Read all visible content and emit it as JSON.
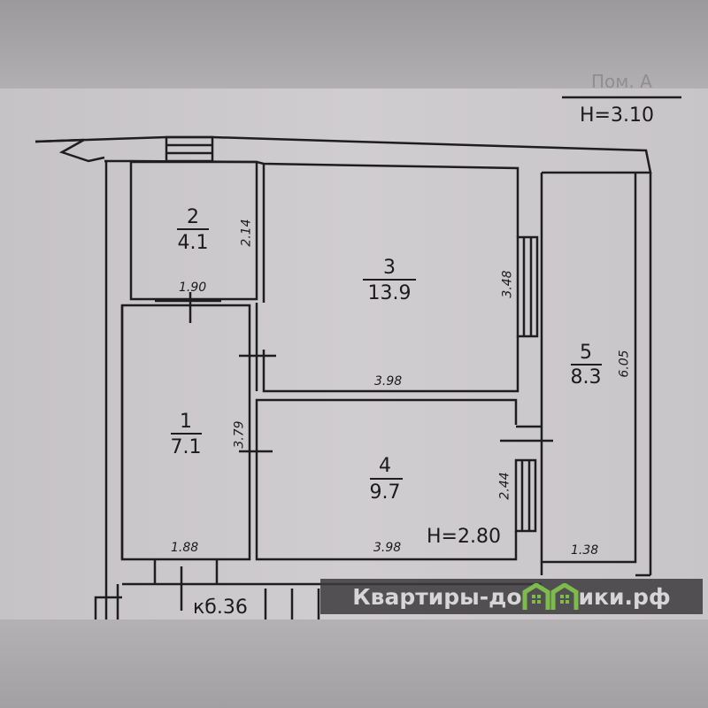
{
  "header": {
    "title_partial": "Пом. A",
    "ceiling_height": "H=3.10"
  },
  "rooms": [
    {
      "number": "1",
      "area": "7.1",
      "dims": [
        "3.79",
        "1.88"
      ]
    },
    {
      "number": "2",
      "area": "4.1",
      "dims": [
        "2.14",
        "1.90"
      ]
    },
    {
      "number": "3",
      "area": "13.9",
      "dims": [
        "3.48",
        "3.98"
      ]
    },
    {
      "number": "4",
      "area": "9.7",
      "dims": [
        "2.44",
        "3.98"
      ],
      "height": "H=2.80"
    },
    {
      "number": "5",
      "area": "8.3",
      "dims": [
        "6.05",
        "1.38"
      ]
    }
  ],
  "balcony_label": "кб.36",
  "watermark": {
    "text_left": "Квартиры-до",
    "text_right": "ики.рф",
    "logo_color": "#7dbb4a"
  }
}
